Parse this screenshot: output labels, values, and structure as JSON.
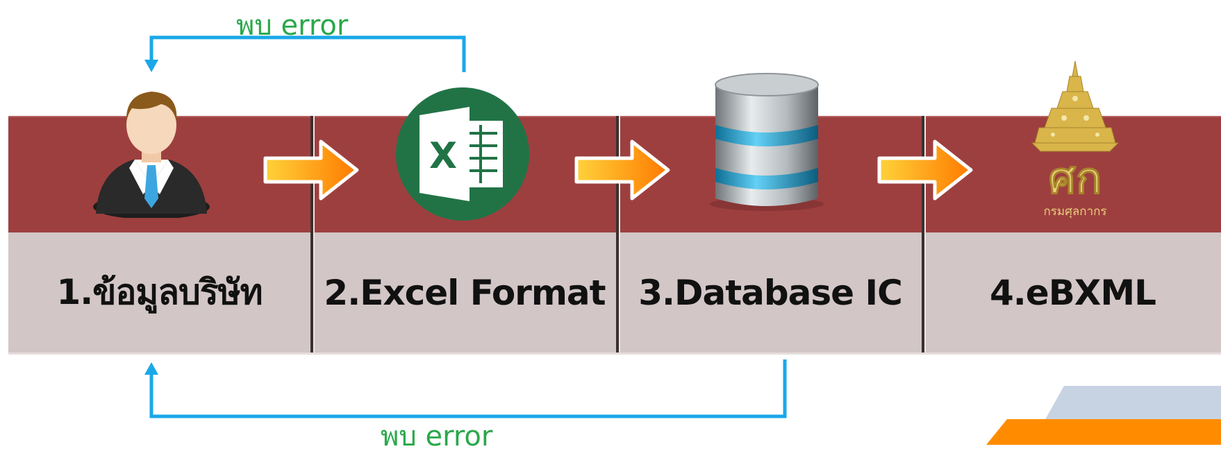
{
  "steps": [
    {
      "label": "1.ข้อมูลบริษัท",
      "icon": "person-icon"
    },
    {
      "label": "2.Excel Format",
      "icon": "excel-icon"
    },
    {
      "label": "3.Database IC",
      "icon": "database-icon"
    },
    {
      "label": "4.eBXML",
      "icon": "customs-emblem-icon"
    }
  ],
  "feedback": {
    "top_label": "พบ error",
    "bottom_label": "พบ error"
  },
  "excel_icon_letter": "X",
  "emblem": {
    "monogram": "ศก",
    "caption": "กรมศุลกากร"
  },
  "colors": {
    "band_red": "#9e3f3f",
    "band_grey": "#d2c6c6",
    "feedback_line": "#1aa8e8",
    "feedback_text": "#2aa84a",
    "arrow_orange": "#ff8c00",
    "excel_green": "#217346"
  }
}
